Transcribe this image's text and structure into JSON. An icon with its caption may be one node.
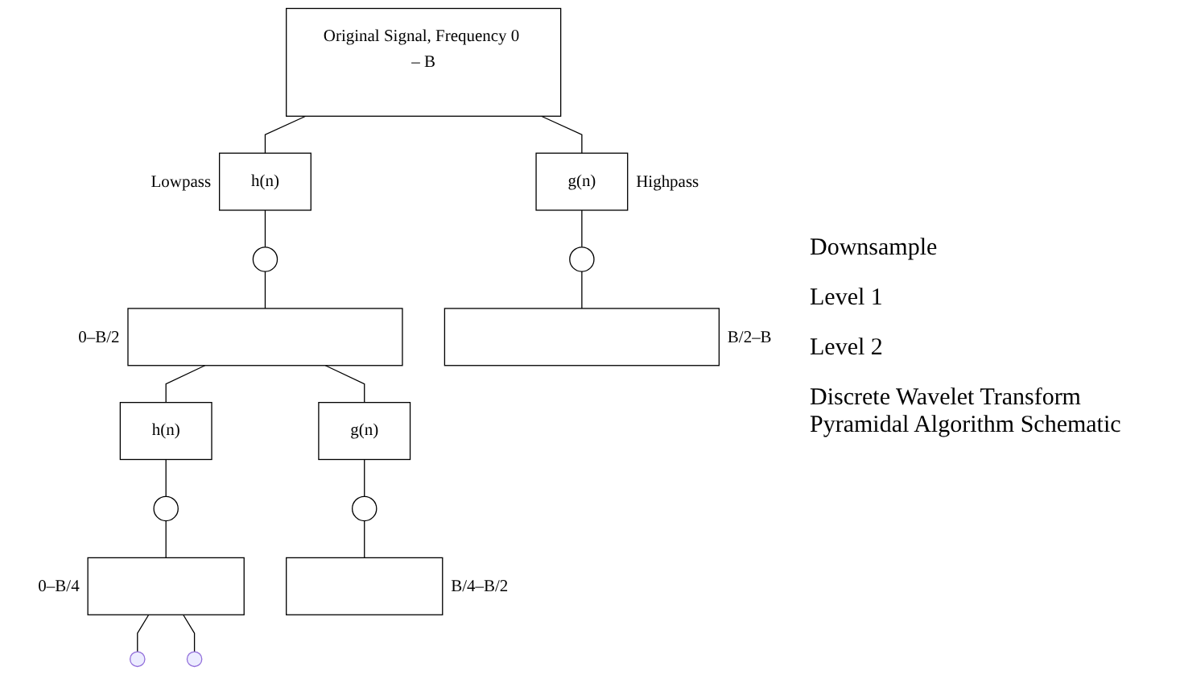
{
  "diagram": {
    "nodes": [
      {
        "text": [
          "Original Signal, Frequency 0 – B"
        ]
      },
      {
        "text": [
          "h(n)"
        ],
        "beside": [
          "Lowpass"
        ]
      },
      {
        "text": [
          "g(n)"
        ],
        "beside": [
          "Highpass"
        ]
      },
      {
        "text": [],
        "shape": "circle"
      },
      {
        "text": [],
        "shape": "circle"
      },
      {
        "text": [],
        "shape": "box",
        "beside": [
          "0–B/2"
        ]
      },
      {
        "text": [],
        "shape": "box",
        "beside": [
          "B/2–B"
        ]
      },
      {
        "text": [
          "h(n)"
        ]
      },
      {
        "text": [
          "g(n)"
        ]
      },
      {
        "text": [],
        "shape": "circle"
      },
      {
        "text": [],
        "shape": "circle"
      },
      {
        "text": [],
        "shape": "box",
        "beside": [
          "0–B/4"
        ]
      },
      {
        "text": [],
        "shape": "box",
        "beside": [
          "B/4–B/2"
        ]
      }
    ],
    "edges": [
      {
        "from": 0,
        "to": 1,
        "arrow": "none"
      },
      {
        "from": 0,
        "to": 2,
        "arrow": "none"
      },
      {
        "from": 1,
        "to": 3,
        "arrow": "none"
      },
      {
        "from": 2,
        "to": 4,
        "arrow": "none"
      },
      {
        "from": 3,
        "to": 5,
        "arrow": "none"
      },
      {
        "from": 4,
        "to": 6,
        "arrow": "none"
      },
      {
        "from": 5,
        "to": 7,
        "arrow": "none"
      },
      {
        "from": 5,
        "to": 8,
        "arrow": "none"
      },
      {
        "from": 7,
        "to": 9,
        "arrow": "none"
      },
      {
        "from": 8,
        "to": 10,
        "arrow": "none"
      },
      {
        "from": 9,
        "to": 11,
        "arrow": "none"
      },
      {
        "from": 10,
        "to": 12,
        "arrow": "none"
      },
      {
        "from": 11,
        "to": null,
        "arrow": "none"
      },
      {
        "from": 11,
        "to": null,
        "arrow": "none"
      }
    ],
    "labels": [
      "Downsample",
      "Level 1",
      "Level 2",
      "Discrete Wavelet Transform Pyramidal Algorithm Schematic"
    ]
  }
}
